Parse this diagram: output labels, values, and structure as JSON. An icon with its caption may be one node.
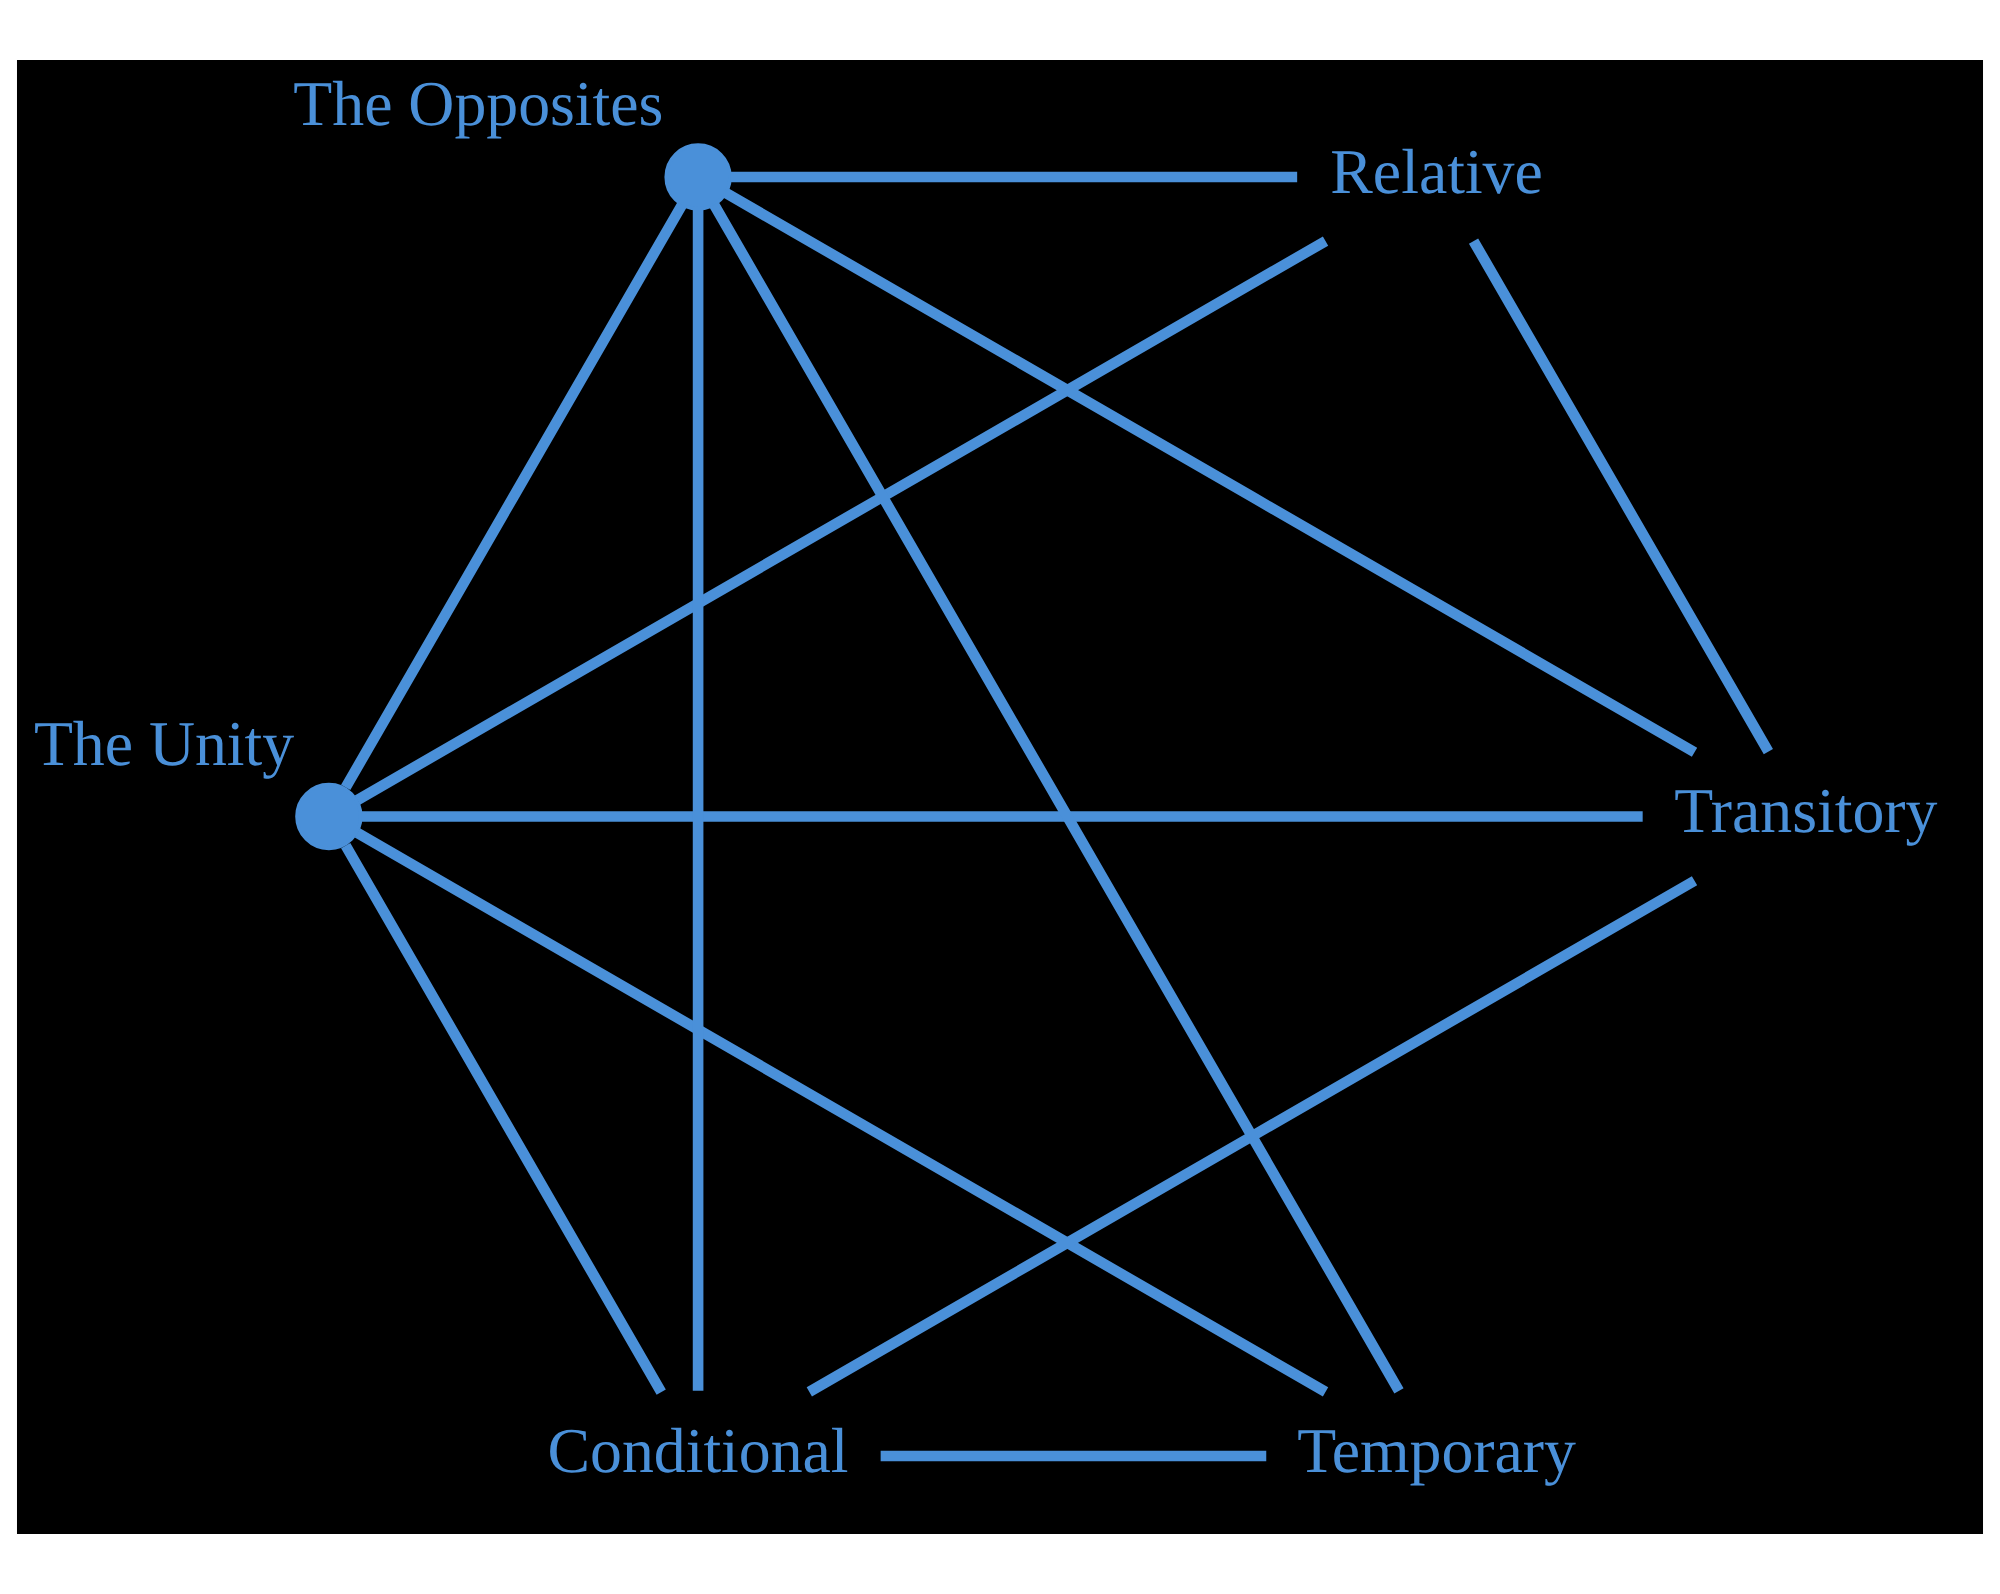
{
  "diagram": {
    "nodes": [
      {
        "text": [],
        "shape": "circle",
        "beside": [
          "The Unity"
        ]
      },
      {
        "text": [
          "Transitory"
        ]
      },
      {
        "text": [
          "Temporary"
        ]
      },
      {
        "text": [
          "Conditional"
        ]
      },
      {
        "text": [],
        "shape": "circle",
        "beside": [
          "The Opposites"
        ]
      },
      {
        "text": [
          "Relative"
        ]
      }
    ],
    "edges": [
      {
        "from": 0,
        "to": 1,
        "arrow": "none"
      },
      {
        "from": 0,
        "to": 2,
        "arrow": "none"
      },
      {
        "from": 0,
        "to": 3,
        "arrow": "none"
      },
      {
        "from": 0,
        "to": 4,
        "arrow": "none"
      },
      {
        "from": 0,
        "to": 5,
        "arrow": "none"
      },
      {
        "from": 1,
        "to": 3,
        "arrow": "none"
      },
      {
        "from": 1,
        "to": 4,
        "arrow": "none"
      },
      {
        "from": 1,
        "to": 5,
        "arrow": "none"
      },
      {
        "from": 3,
        "to": 2,
        "arrow": "none"
      },
      {
        "from": 3,
        "to": 4,
        "arrow": "none"
      },
      {
        "from": 2,
        "to": 4,
        "arrow": "none"
      },
      {
        "from": 4,
        "to": 5,
        "arrow": "none"
      }
    ]
  }
}
